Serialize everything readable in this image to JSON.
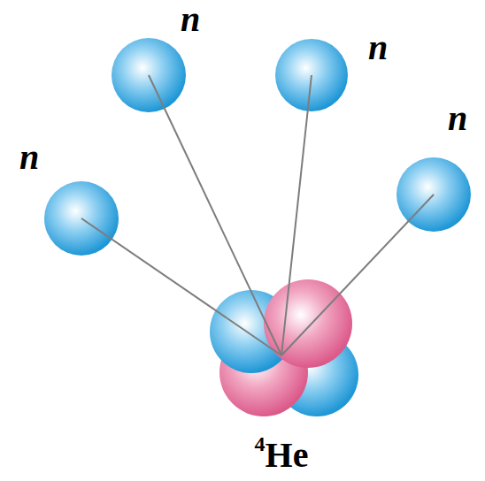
{
  "diagram": {
    "nodes": [
      {
        "text": [
          "n"
        ]
      },
      {
        "text": [
          "n"
        ]
      },
      {
        "text": [
          "n"
        ]
      },
      {
        "text": [
          "n"
        ]
      },
      {
        "text": [
          "4He"
        ]
      }
    ],
    "edges": [
      {
        "from": 0,
        "to": 4,
        "arrow": "none"
      },
      {
        "from": 1,
        "to": 4,
        "arrow": "none"
      },
      {
        "from": 2,
        "to": 4,
        "arrow": "none"
      },
      {
        "from": 3,
        "to": 4,
        "arrow": "none"
      }
    ]
  }
}
